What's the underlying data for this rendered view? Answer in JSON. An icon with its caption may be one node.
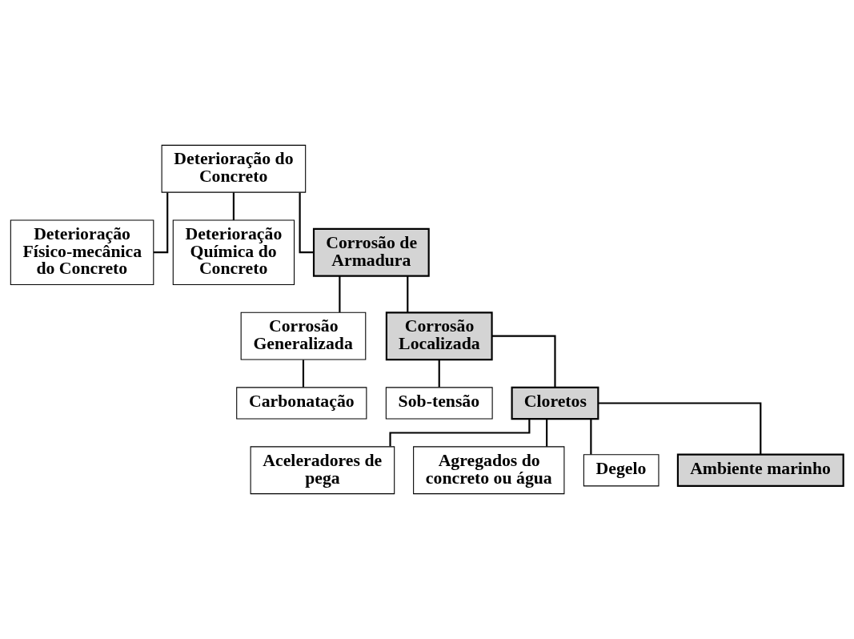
{
  "diagram": {
    "nodes": [
      {
        "text": [
          "Deterioração do Concreto"
        ]
      },
      {
        "text": [
          "Deterioração Físico-mecânica do Concreto"
        ]
      },
      {
        "text": [
          "Deterioração Química do Concreto"
        ]
      },
      {
        "text": [
          "Corrosão de Armadura"
        ]
      },
      {
        "text": [
          "Corrosão Generalizada"
        ]
      },
      {
        "text": [
          "Corrosão Localizada"
        ]
      },
      {
        "text": [
          "Carbonatação"
        ]
      },
      {
        "text": [
          "Sob-tensão"
        ]
      },
      {
        "text": [
          "Cloretos"
        ]
      },
      {
        "text": [
          "Aceleradores de pega"
        ]
      },
      {
        "text": [
          "Agregados do concreto ou água"
        ]
      },
      {
        "text": [
          "Degelo"
        ]
      },
      {
        "text": [
          "Ambiente marinho"
        ]
      }
    ],
    "edges": [
      {
        "from": 0,
        "to": 1,
        "arrow": "none"
      },
      {
        "from": 0,
        "to": 2,
        "arrow": "none"
      },
      {
        "from": 0,
        "to": 3,
        "arrow": "none"
      },
      {
        "from": 3,
        "to": 4,
        "arrow": "none"
      },
      {
        "from": 3,
        "to": 5,
        "arrow": "none"
      },
      {
        "from": 4,
        "to": 6,
        "arrow": "none"
      },
      {
        "from": 5,
        "to": 7,
        "arrow": "none"
      },
      {
        "from": 5,
        "to": 8,
        "arrow": "none"
      },
      {
        "from": 8,
        "to": 9,
        "arrow": "none"
      },
      {
        "from": 8,
        "to": 10,
        "arrow": "none"
      },
      {
        "from": 8,
        "to": 11,
        "arrow": "none"
      },
      {
        "from": 8,
        "to": 12,
        "arrow": "none"
      }
    ]
  }
}
